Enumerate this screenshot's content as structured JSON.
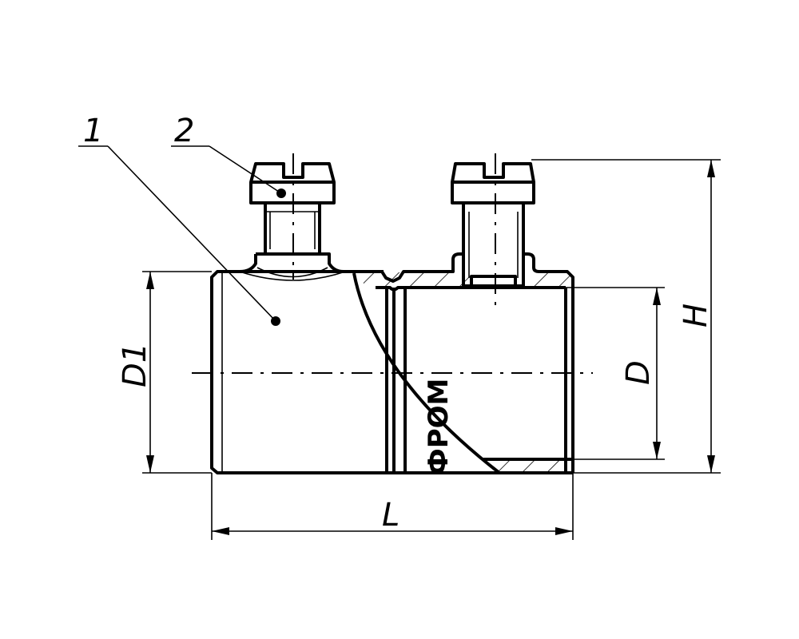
{
  "drawing": {
    "callouts": [
      {
        "number": "1",
        "part": "pipe"
      },
      {
        "number": "2",
        "part": "screw"
      }
    ],
    "dimensions": {
      "outer_diameter": "D1",
      "inner_diameter": "D",
      "height": "H",
      "length": "L"
    },
    "body_marking": "ФРОМ",
    "line_color": "#000000",
    "background": "#ffffff"
  }
}
